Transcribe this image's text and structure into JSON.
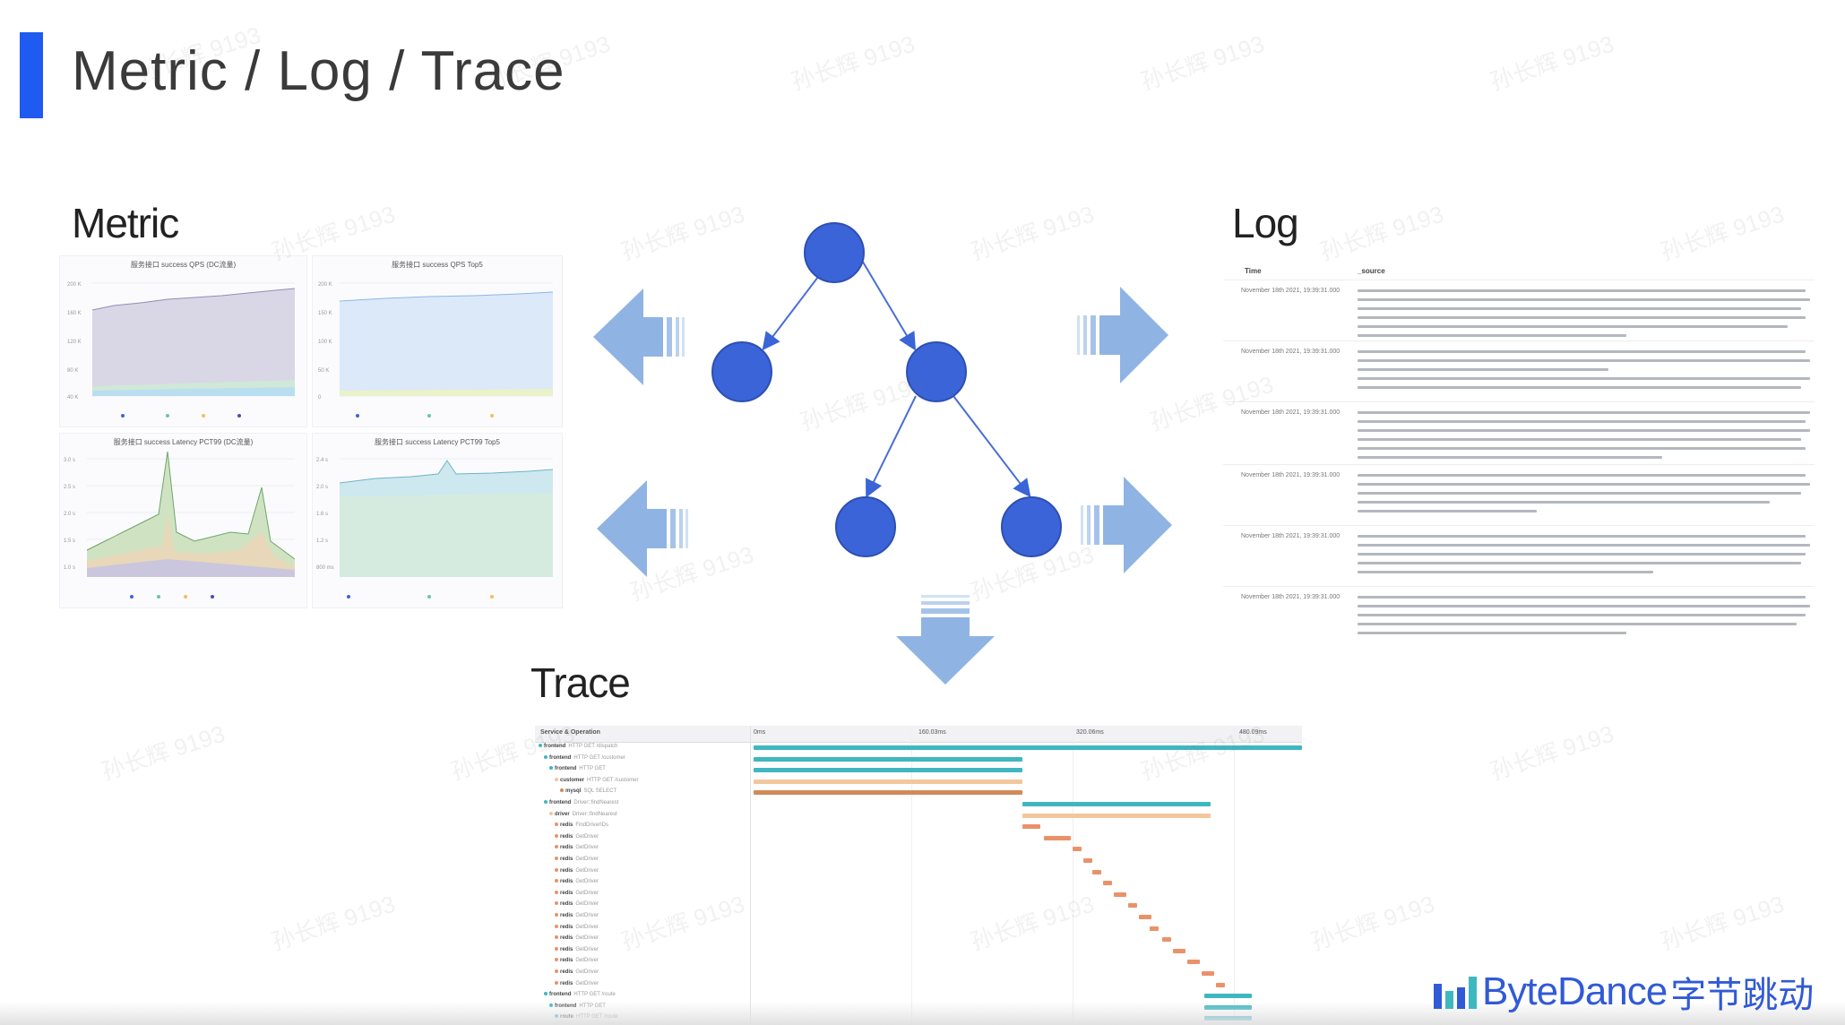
{
  "slide": {
    "title": "Metric / Log / Trace",
    "accent_color": "#1f5bf0"
  },
  "sections": {
    "metric": "Metric",
    "log": "Log",
    "trace": "Trace"
  },
  "metric_panels": [
    {
      "title": "服务接口 success QPS (DC流量)"
    },
    {
      "title": "服务接口 success QPS Top5"
    },
    {
      "title": "服务接口 success Latency PCT99 (DC流量)"
    },
    {
      "title": "服务接口 success Latency PCT99 Top5"
    }
  ],
  "log": {
    "headers": {
      "time": "Time",
      "source": "_source"
    },
    "rows": [
      {
        "time": "November 18th 2021, 19:39:31.000"
      },
      {
        "time": "November 18th 2021, 19:39:31.000"
      },
      {
        "time": "November 18th 2021, 19:39:31.000"
      },
      {
        "time": "November 18th 2021, 19:39:31.000"
      },
      {
        "time": "November 18th 2021, 19:39:31.000"
      },
      {
        "time": "November 18th 2021, 19:39:31.000"
      }
    ]
  },
  "trace": {
    "headers": {
      "service": "Service & Operation",
      "t0": "0ms",
      "t1": "160.03ms",
      "t2": "320.06ms",
      "t3": "480.09ms"
    },
    "rows": [
      {
        "svc": "frontend",
        "op": "HTTP GET /dispatch"
      },
      {
        "svc": "frontend",
        "op": "HTTP GET /customer"
      },
      {
        "svc": "frontend",
        "op": "HTTP GET"
      },
      {
        "svc": "customer",
        "op": "HTTP GET /customer"
      },
      {
        "svc": "mysql",
        "op": "SQL SELECT"
      },
      {
        "svc": "frontend",
        "op": "Driver::findNearest"
      },
      {
        "svc": "driver",
        "op": "Driver::findNearest"
      },
      {
        "svc": "redis",
        "op": "FindDriverIDs"
      },
      {
        "svc": "redis",
        "op": "GetDriver"
      },
      {
        "svc": "redis",
        "op": "GetDriver"
      },
      {
        "svc": "redis",
        "op": "GetDriver"
      },
      {
        "svc": "redis",
        "op": "GetDriver"
      },
      {
        "svc": "redis",
        "op": "GetDriver"
      },
      {
        "svc": "redis",
        "op": "GetDriver"
      },
      {
        "svc": "redis",
        "op": "GetDriver"
      },
      {
        "svc": "redis",
        "op": "GetDriver"
      },
      {
        "svc": "redis",
        "op": "GetDriver"
      },
      {
        "svc": "redis",
        "op": "GetDriver"
      },
      {
        "svc": "redis",
        "op": "GetDriver"
      },
      {
        "svc": "redis",
        "op": "GetDriver"
      },
      {
        "svc": "redis",
        "op": "GetDriver"
      },
      {
        "svc": "redis",
        "op": "GetDriver"
      },
      {
        "svc": "frontend",
        "op": "HTTP GET /route"
      },
      {
        "svc": "frontend",
        "op": "HTTP GET"
      },
      {
        "svc": "route",
        "op": "HTTP GET /route"
      }
    ]
  },
  "brand": {
    "name": "ByteDance",
    "cn": "字节跳动",
    "color": "#315ad6"
  },
  "watermark": "孙长辉 9193",
  "colors": {
    "node": "#3a64d8",
    "arrow": "#8fb4e3",
    "trace_teal": "#3fb7c1",
    "trace_orange": "#e9926a",
    "trace_peach": "#f1c79b"
  }
}
